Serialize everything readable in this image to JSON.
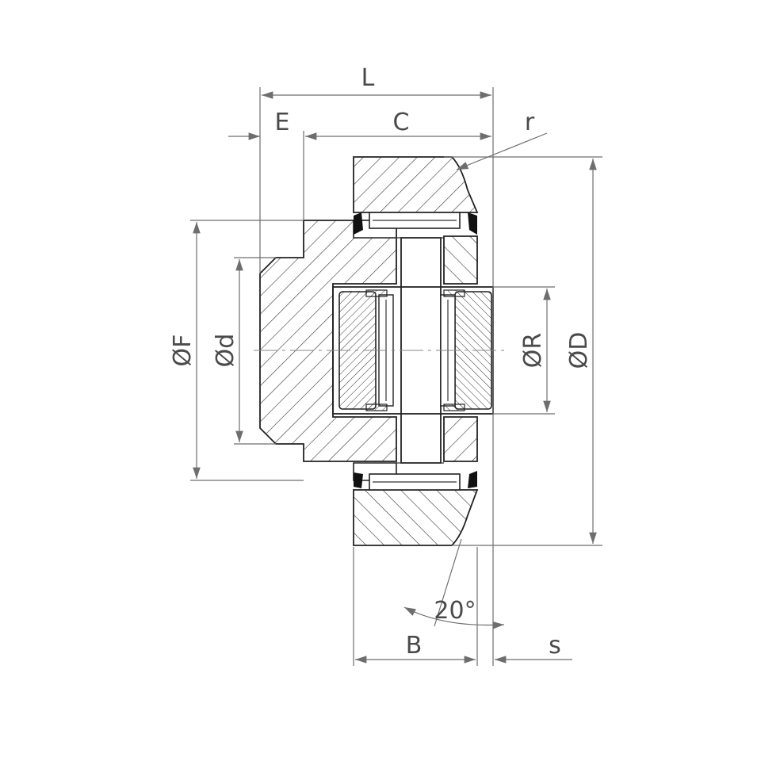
{
  "labels": {
    "L": "L",
    "E": "E",
    "C": "C",
    "r": "r",
    "F": "ØF",
    "d": "Ød",
    "R": "ØR",
    "D": "ØD",
    "B": "B",
    "s": "s",
    "angle": "20°"
  },
  "colors": {
    "line": "#222222",
    "dimension": "#6e6e6e",
    "label": "#4a4a4a",
    "background": "#ffffff"
  }
}
